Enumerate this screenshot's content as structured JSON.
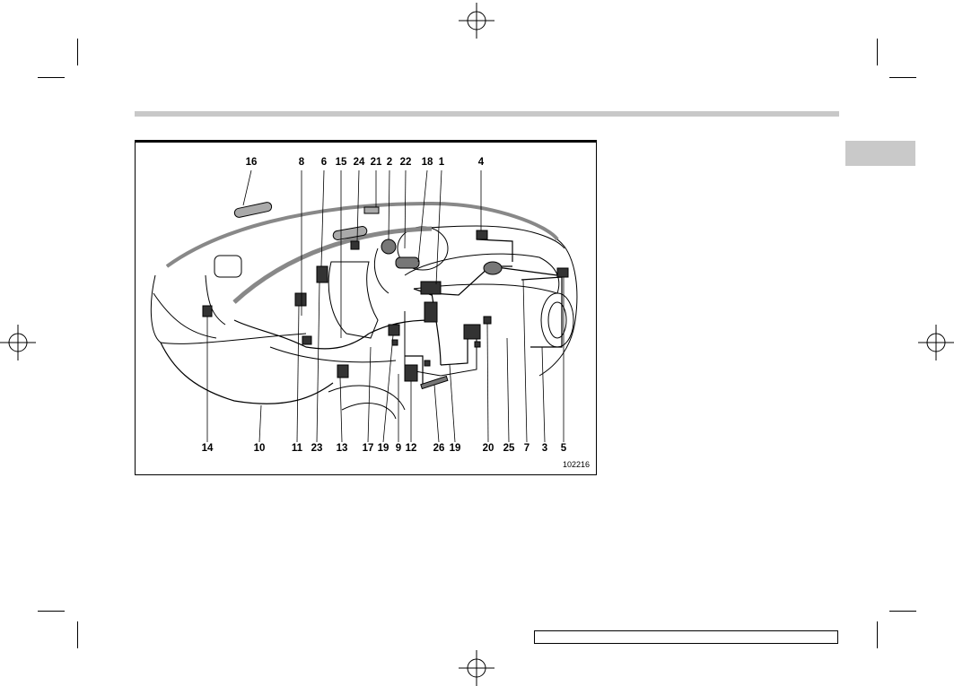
{
  "figure": {
    "id": "102216",
    "callouts_top": [
      "16",
      "8",
      "6",
      "15",
      "24",
      "21",
      "2",
      "22",
      "18",
      "1",
      "4"
    ],
    "callouts_bottom": [
      "14",
      "10",
      "11",
      "23",
      "13",
      "17",
      "19",
      "9",
      "12",
      "26",
      "19",
      "20",
      "25",
      "7",
      "3",
      "5"
    ]
  },
  "icons": {
    "registration_mark": "crosshair-circle-icon"
  }
}
